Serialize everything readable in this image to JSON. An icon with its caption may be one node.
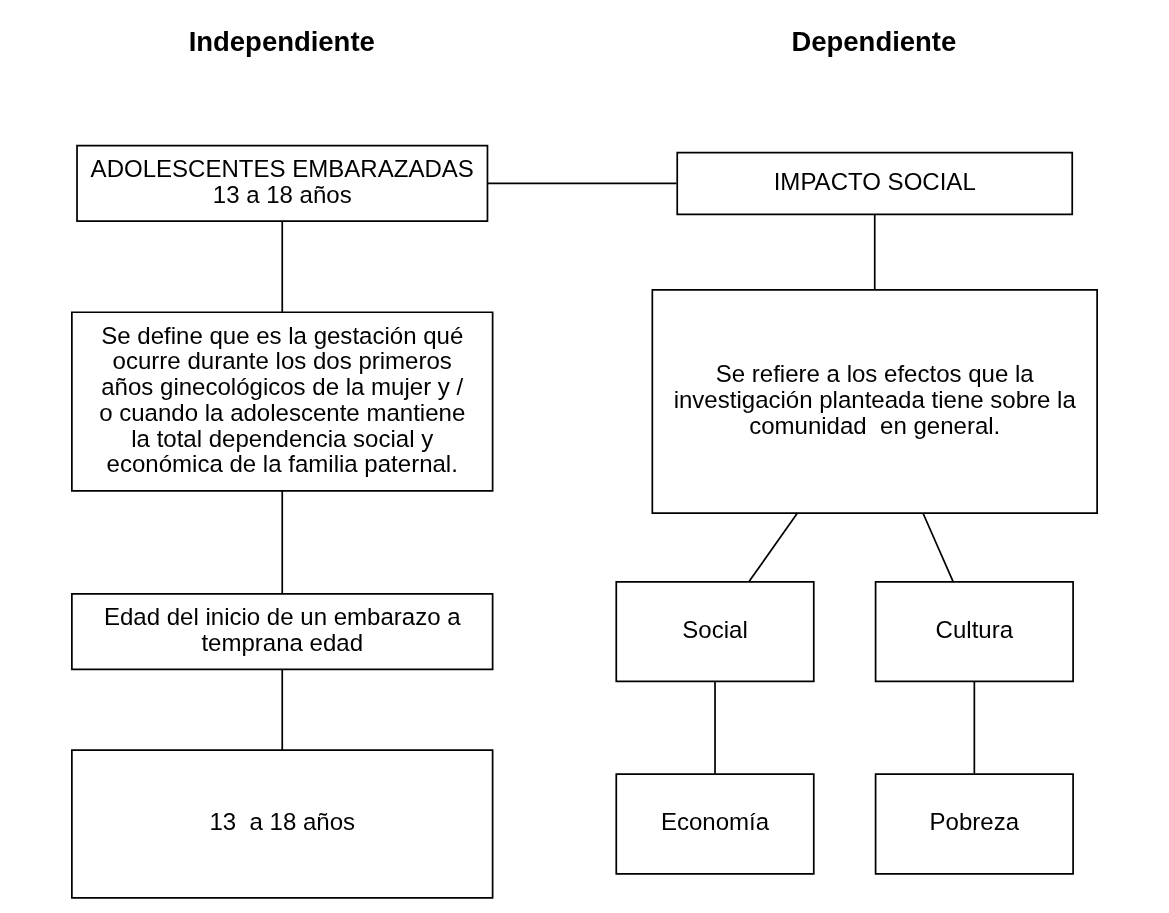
{
  "diagram": {
    "nodes": [
      {
        "text": [
          "ADOLESCENTES EMBARAZADAS 13 a 18 años"
        ]
      },
      {
        "text": [
          "IMPACTO SOCIAL"
        ]
      },
      {
        "text": [
          "Se define que es la gestación qué ocurre durante los dos primeros años ginecológicos de la mujer y / o cuando la adolescente mantiene la total dependencia social y económica de la familia paternal."
        ]
      },
      {
        "text": [
          "Se refiere a los efectos que la investigación planteada tiene sobre la comunidad  en general."
        ]
      },
      {
        "text": [
          "Edad del inicio de un embarazo a temprana edad"
        ]
      },
      {
        "text": [
          "Social"
        ]
      },
      {
        "text": [
          "Cultura"
        ]
      },
      {
        "text": [
          "13  a 18 años"
        ]
      },
      {
        "text": [
          "Economía"
        ]
      },
      {
        "text": [
          "Pobreza"
        ]
      }
    ],
    "edges": [
      {
        "from": 0,
        "to": 1,
        "arrow": "none"
      },
      {
        "from": 0,
        "to": 2,
        "arrow": "none"
      },
      {
        "from": 1,
        "to": 3,
        "arrow": "none"
      },
      {
        "from": 2,
        "to": 4,
        "arrow": "none"
      },
      {
        "from": 3,
        "to": 5,
        "arrow": "none"
      },
      {
        "from": 3,
        "to": 6,
        "arrow": "none"
      },
      {
        "from": 4,
        "to": 7,
        "arrow": "none"
      },
      {
        "from": 5,
        "to": 8,
        "arrow": "none"
      },
      {
        "from": 6,
        "to": 9,
        "arrow": "none"
      }
    ],
    "labels": [
      "Independiente",
      "Dependiente"
    ]
  }
}
